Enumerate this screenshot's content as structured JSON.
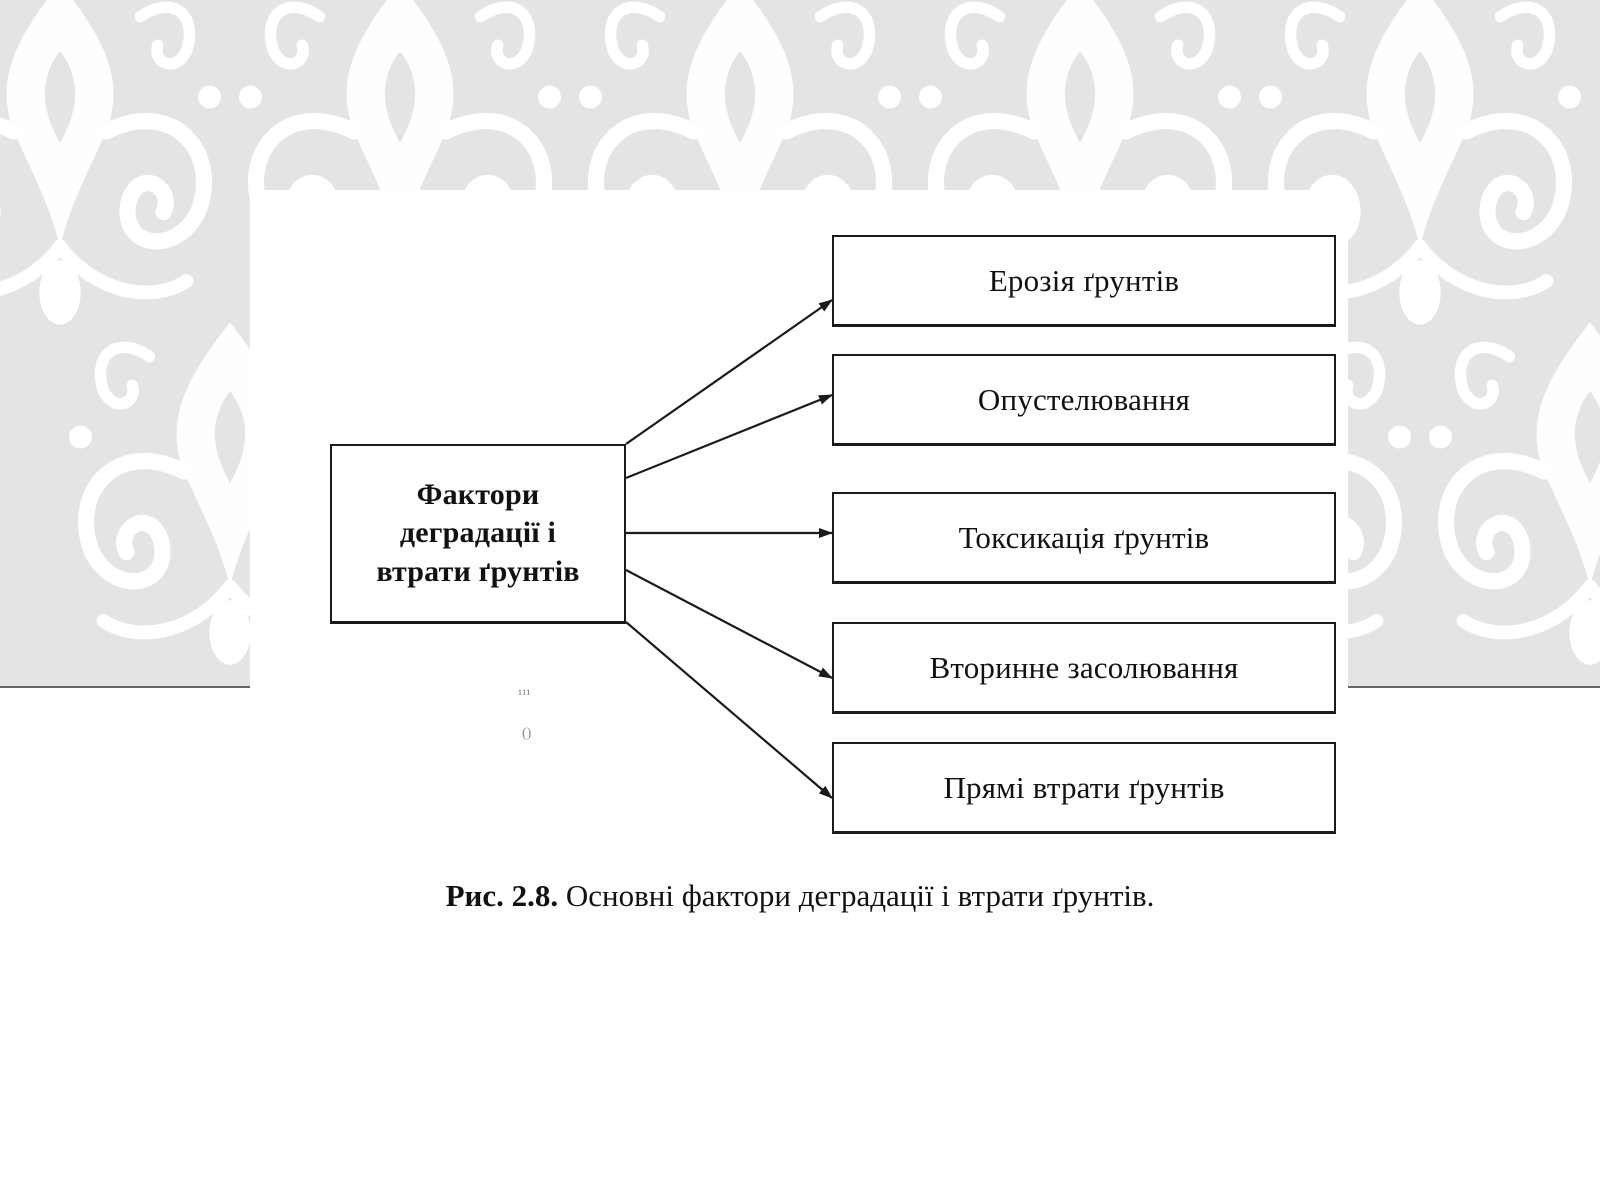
{
  "diagram": {
    "source": {
      "lines": [
        "Фактори",
        "деградації і",
        "втрати ґрунтів"
      ]
    },
    "targets": [
      {
        "label": "Ерозія ґрунтів"
      },
      {
        "label": "Опустелювання"
      },
      {
        "label": "Токсикація ґрунтів"
      },
      {
        "label": "Вторинне засолювання"
      },
      {
        "label": "Прямі втрати ґрунтів"
      }
    ],
    "scan_marks": [
      "¹¹¹",
      "()"
    ]
  },
  "caption": {
    "number": "Рис. 2.8.",
    "text": " Основні фактори деградації і втрати ґрунтів."
  },
  "colors": {
    "banner_background": "#e4e4e4",
    "banner_pattern": "#ffffff",
    "banner_rule": "#5e6b68",
    "line": "#1a1a1a"
  }
}
